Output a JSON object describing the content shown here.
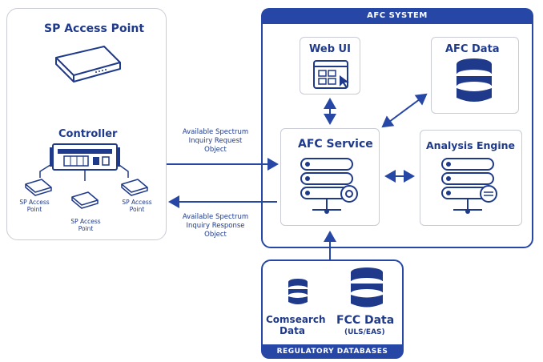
{
  "left": {
    "sp_title": "SP Access Point",
    "controller_title": "Controller",
    "ap_left": [
      "SP Access",
      "Point"
    ],
    "ap_center": [
      "SP Access",
      "Point"
    ],
    "ap_right": [
      "SP Access",
      "Point"
    ]
  },
  "afc": {
    "header": "AFC SYSTEM",
    "web_ui": "Web UI",
    "afc_data": "AFC Data",
    "afc_service": "AFC Service",
    "analysis_engine": "Analysis Engine"
  },
  "arrows": {
    "request": [
      "Available Spectrum",
      "Inquiry Request",
      "Object"
    ],
    "response": [
      "Available Spectrum",
      "Inquiry Response",
      "Object"
    ]
  },
  "regulatory": {
    "footer": "REGULATORY DATABASES",
    "comsearch": [
      "Comsearch",
      "Data"
    ],
    "fcc": "FCC Data",
    "fcc_sub": "(ULS/EAS)"
  },
  "colors": {
    "primary": "#2747a6",
    "border": "#c9ccd4",
    "text": "#1f3a8a"
  }
}
